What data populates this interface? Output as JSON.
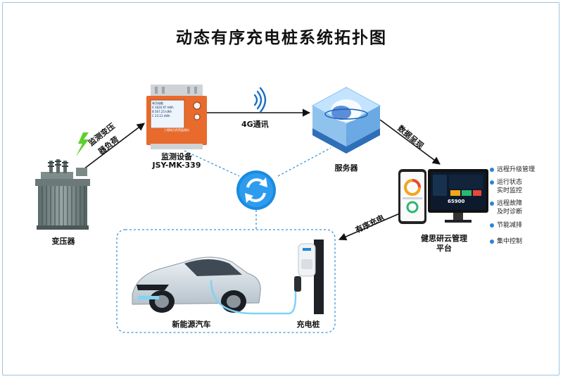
{
  "title": "动态有序充电桩系统拓扑图",
  "nodes": {
    "transformer": "变压器",
    "monitor_line1": "监测设备",
    "monitor_line2": "JSY-MK-339",
    "server": "服务器",
    "platform_line1": "健思研云管理",
    "platform_line2": "平台",
    "ev": "新能源汽车",
    "charger": "充电桩"
  },
  "edges": {
    "monitor_load_line1": "监测变压",
    "monitor_load_line2": "器负荷",
    "comm_4g": "4G通讯",
    "data_present": "数据呈现",
    "ordered_charging": "有序充电"
  },
  "features": [
    {
      "lines": [
        "远程升级管理"
      ]
    },
    {
      "lines": [
        "运行状态",
        "实时监控"
      ]
    },
    {
      "lines": [
        "远程故障",
        "及时诊断"
      ]
    },
    {
      "lines": [
        "节能减排"
      ]
    },
    {
      "lines": [
        "集中控制"
      ]
    }
  ],
  "device_screen": {
    "l1": "有功电能",
    "l2": "A 1620.97 kWh",
    "l3": "B 567.25 kWh",
    "l4": "C 23.12 kWh",
    "caption": "三相电力负荷监测仪"
  },
  "monitor_screen_value": "65900",
  "colors": {
    "accent": "#1a8be0",
    "lightning": "#5ccf2c",
    "dashed": "#3c95d8",
    "device_orange": "#e86a2c",
    "cable": "#7fd3f5"
  }
}
